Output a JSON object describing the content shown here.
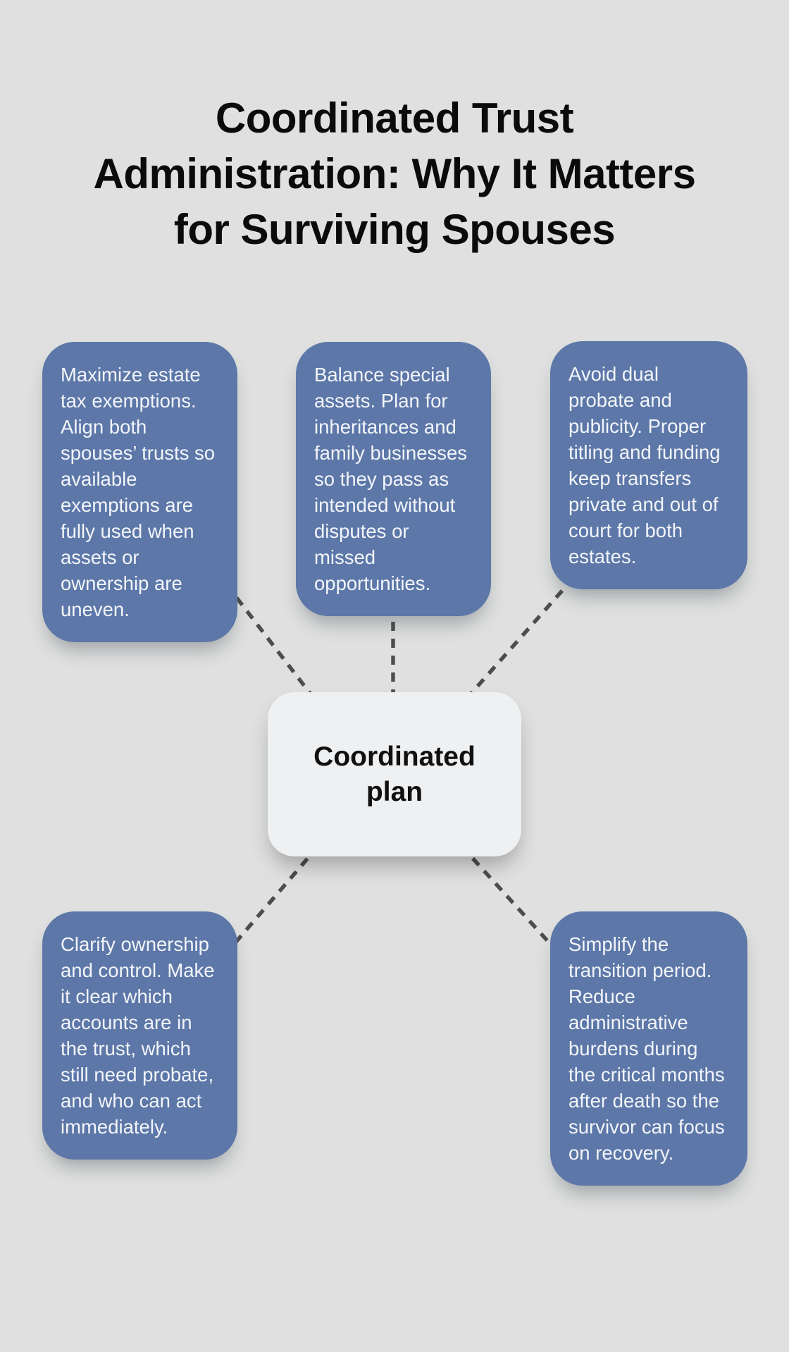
{
  "title": {
    "full": "Coordinated Trust Administration: Why It Matters for Surviving Spouses",
    "lines": [
      "Coordinated Trust",
      "Administration: Why It Matters",
      "for Surviving Spouses"
    ]
  },
  "center": {
    "label": "Coordinated plan"
  },
  "nodes": [
    {
      "id": "maximize-estate-tax-exemptions",
      "text": "Maximize estate tax exemptions. Align both spouses’ trusts so available exemptions are fully used when assets or ownership are uneven."
    },
    {
      "id": "balance-special-assets",
      "text": "Balance special assets. Plan for inheritances and family businesses so they pass as intended without disputes or missed opportunities."
    },
    {
      "id": "avoid-dual-probate",
      "text": "Avoid dual probate and publicity. Proper titling and funding keep transfers private and out of court for both estates."
    },
    {
      "id": "clarify-ownership-and-control",
      "text": "Clarify ownership and control. Make it clear which accounts are in the trust, which still need probate, and who can act immediately."
    },
    {
      "id": "simplify-transition-period",
      "text": "Simplify the transition period. Reduce administrative burdens during the critical months after death so the survivor can focus on recovery."
    }
  ],
  "colors": {
    "background": "#dfe0df",
    "node_background": "#5c77a8",
    "node_text": "#f3f5f9",
    "center_background": "#eef0f1",
    "center_text": "#101010",
    "connector": "#4d4d4d",
    "title_text": "#0b0b0b"
  }
}
